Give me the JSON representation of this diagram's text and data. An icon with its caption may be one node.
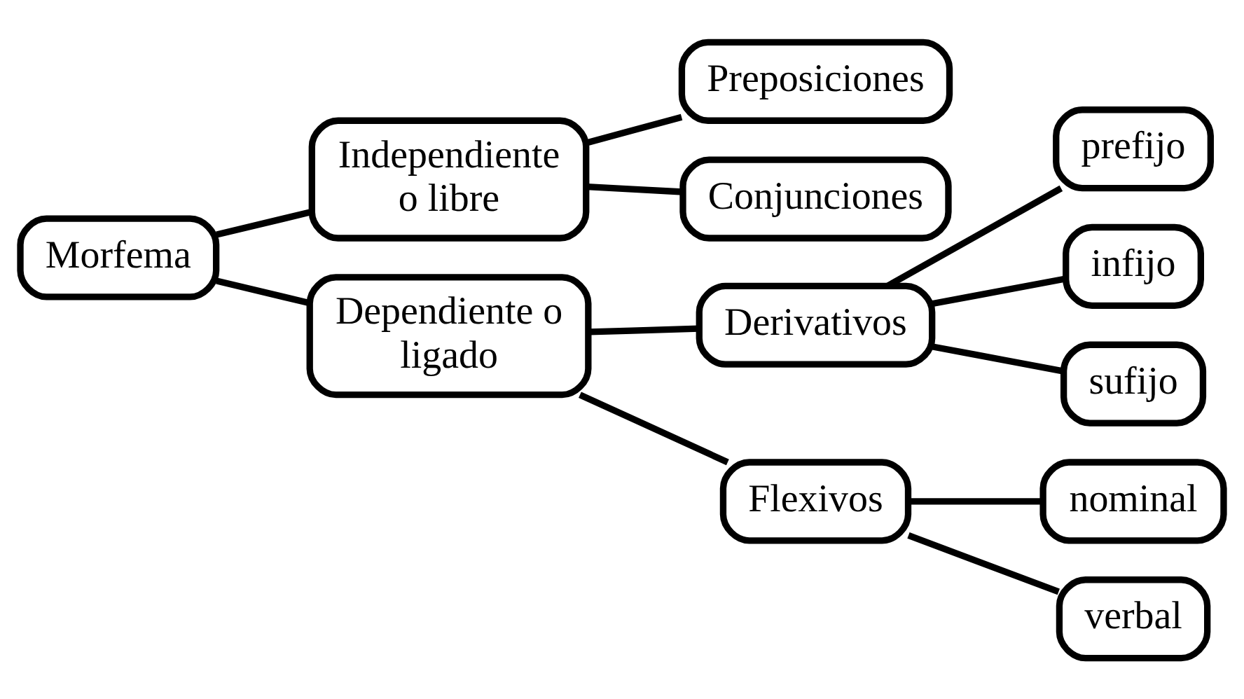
{
  "diagram": {
    "nodes": [
      {
        "text": [
          "Morfema"
        ]
      },
      {
        "text": [
          "Independiente o libre"
        ]
      },
      {
        "text": [
          "Preposiciones"
        ]
      },
      {
        "text": [
          "Conjunciones"
        ]
      },
      {
        "text": [
          "Dependiente o ligado"
        ]
      },
      {
        "text": [
          "Derivativos"
        ]
      },
      {
        "text": [
          "prefijo"
        ]
      },
      {
        "text": [
          "infijo"
        ]
      },
      {
        "text": [
          "sufijo"
        ]
      },
      {
        "text": [
          "Flexivos"
        ]
      },
      {
        "text": [
          "nominal"
        ]
      },
      {
        "text": [
          "verbal"
        ]
      }
    ],
    "edges": [
      {
        "from": 0,
        "to": 1,
        "arrow": "none"
      },
      {
        "from": 0,
        "to": 4,
        "arrow": "none"
      },
      {
        "from": 1,
        "to": 2,
        "arrow": "none"
      },
      {
        "from": 1,
        "to": 3,
        "arrow": "none"
      },
      {
        "from": 4,
        "to": 5,
        "arrow": "none"
      },
      {
        "from": 4,
        "to": 9,
        "arrow": "none"
      },
      {
        "from": 5,
        "to": 6,
        "arrow": "none"
      },
      {
        "from": 5,
        "to": 7,
        "arrow": "none"
      },
      {
        "from": 5,
        "to": 8,
        "arrow": "none"
      },
      {
        "from": 9,
        "to": 10,
        "arrow": "none"
      },
      {
        "from": 9,
        "to": 11,
        "arrow": "none"
      }
    ]
  }
}
